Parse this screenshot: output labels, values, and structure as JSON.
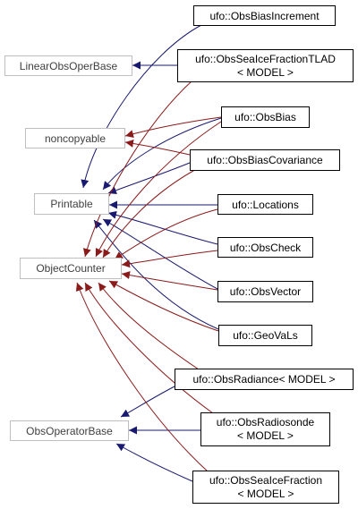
{
  "colors": {
    "blue_edge": "#191970",
    "red_edge": "#8b1a1a",
    "base_border": "#bfbfbf",
    "derived_border": "#000000"
  },
  "nodes": {
    "linear_obs_oper_base": {
      "label": "LinearObsOperBase"
    },
    "noncopyable": {
      "label": "noncopyable"
    },
    "printable": {
      "label": "Printable"
    },
    "object_counter": {
      "label": "ObjectCounter"
    },
    "obs_operator_base": {
      "label": "ObsOperatorBase"
    },
    "obs_bias_increment": {
      "label": "ufo::ObsBiasIncrement"
    },
    "obs_seaice_fraction_tlad": {
      "label_lines": [
        "ufo::ObsSeaIceFractionTLAD",
        "< MODEL >"
      ]
    },
    "obs_bias": {
      "label": "ufo::ObsBias"
    },
    "obs_bias_covariance": {
      "label": "ufo::ObsBiasCovariance"
    },
    "locations": {
      "label": "ufo::Locations"
    },
    "obs_check": {
      "label": "ufo::ObsCheck"
    },
    "obs_vector": {
      "label": "ufo::ObsVector"
    },
    "geovals": {
      "label": "ufo::GeoVaLs"
    },
    "obs_radiance": {
      "label": "ufo::ObsRadiance< MODEL >"
    },
    "obs_radiosonde": {
      "label_lines": [
        "ufo::ObsRadiosonde",
        "< MODEL >"
      ]
    },
    "obs_seaice_fraction": {
      "label_lines": [
        "ufo::ObsSeaIceFraction",
        "< MODEL >"
      ]
    }
  }
}
